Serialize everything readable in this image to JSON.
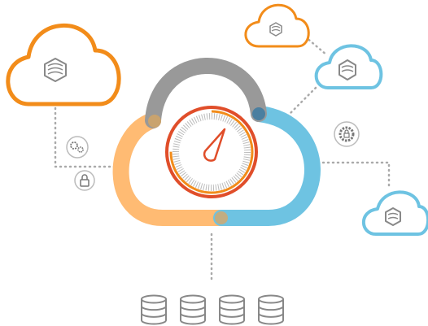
{
  "colors": {
    "orange": "#f28c1a",
    "light_orange": "#ffbb73",
    "blue": "#6ec3e2",
    "dark_blue": "#4a7fa0",
    "gray": "#999999",
    "dark_gray": "#8a8a8a",
    "icon_gray": "#888888",
    "dotted": "#aaaaaa",
    "gauge_red": "#e04e2a",
    "gauge_pink": "#e0457d"
  },
  "central_cloud": {
    "arc_segments": [
      "gray",
      "blue",
      "light_orange"
    ],
    "gauge": {
      "icon": "speedometer-icon",
      "level_fraction": 0.75
    }
  },
  "satellite_clouds": [
    {
      "name": "left",
      "color": "orange",
      "icon": "database-box-icon"
    },
    {
      "name": "top-right",
      "color": "orange",
      "icon": "database-box-icon"
    },
    {
      "name": "right-upper",
      "color": "blue",
      "icon": "database-box-icon"
    },
    {
      "name": "right-lower",
      "color": "blue",
      "icon": "database-box-icon"
    }
  ],
  "connector_icons": [
    "gears-icon",
    "lock-icon",
    "secure-gear-icon"
  ],
  "databases": {
    "count": 4,
    "icon": "database-cylinder-icon"
  }
}
